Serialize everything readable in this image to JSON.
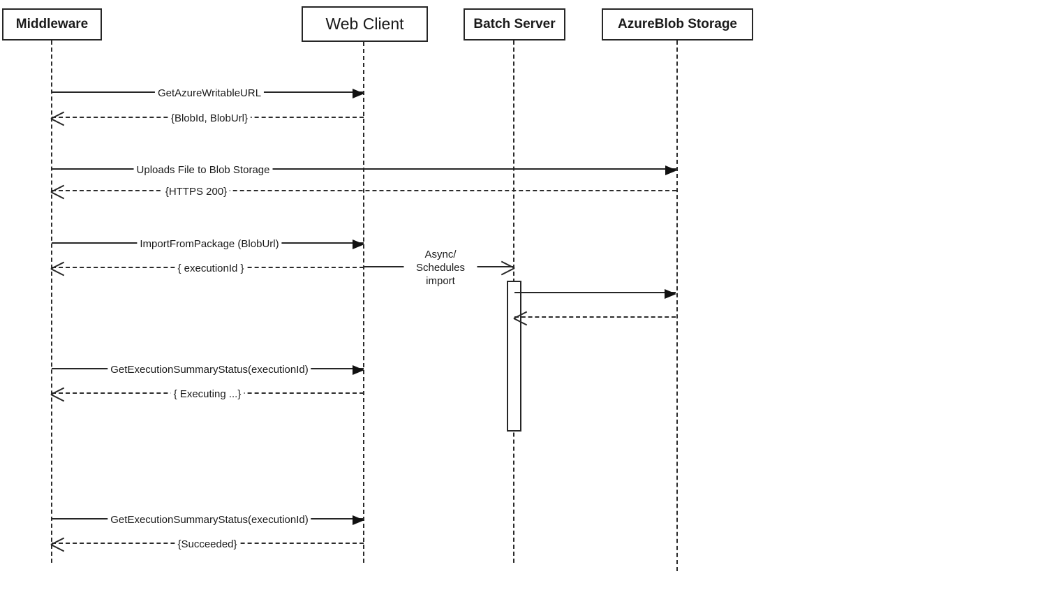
{
  "diagram_type": "uml-sequence-diagram",
  "colors": {
    "line": "#262626",
    "text": "#1a1a1a",
    "background": "#ffffff"
  },
  "actors": [
    {
      "name": "Middleware"
    },
    {
      "name": "Web Client"
    },
    {
      "name": "Batch Server"
    },
    {
      "name": "AzureBlob Storage"
    }
  ],
  "activation": {
    "actor": "Batch Server"
  },
  "messages": [
    {
      "from": "Middleware",
      "to": "Web Client",
      "line": "solid",
      "head": "filled",
      "label": "GetAzureWritableURL"
    },
    {
      "from": "Web Client",
      "to": "Middleware",
      "line": "dashed",
      "head": "open",
      "label": "{BlobId, BlobUrl}"
    },
    {
      "from": "Middleware",
      "to": "AzureBlob Storage",
      "line": "solid",
      "head": "filled",
      "label": "Uploads File to Blob Storage"
    },
    {
      "from": "AzureBlob Storage",
      "to": "Middleware",
      "line": "dashed",
      "head": "open",
      "label": "{HTTPS 200}"
    },
    {
      "from": "Middleware",
      "to": "Web Client",
      "line": "solid",
      "head": "filled",
      "label": "ImportFromPackage (BlobUrl)"
    },
    {
      "from": "Web Client",
      "to": "Middleware",
      "line": "dashed",
      "head": "open",
      "label": "{ executionId }"
    },
    {
      "from": "Web Client",
      "to": "Batch Server",
      "line": "solid",
      "head": "open",
      "label": "Async/\nSchedules import"
    },
    {
      "from": "Batch Server",
      "to": "AzureBlob Storage",
      "line": "solid",
      "head": "filled",
      "label": ""
    },
    {
      "from": "AzureBlob Storage",
      "to": "Batch Server",
      "line": "dashed",
      "head": "open",
      "label": ""
    },
    {
      "from": "Middleware",
      "to": "Web Client",
      "line": "solid",
      "head": "filled",
      "label": "GetExecutionSummaryStatus(executionId)"
    },
    {
      "from": "Web Client",
      "to": "Middleware",
      "line": "dashed",
      "head": "open",
      "label": "{ Executing ...}"
    },
    {
      "from": "Middleware",
      "to": "Web Client",
      "line": "solid",
      "head": "filled",
      "label": "GetExecutionSummaryStatus(executionId)"
    },
    {
      "from": "Web Client",
      "to": "Middleware",
      "line": "dashed",
      "head": "open",
      "label": "{Succeeded}"
    }
  ]
}
